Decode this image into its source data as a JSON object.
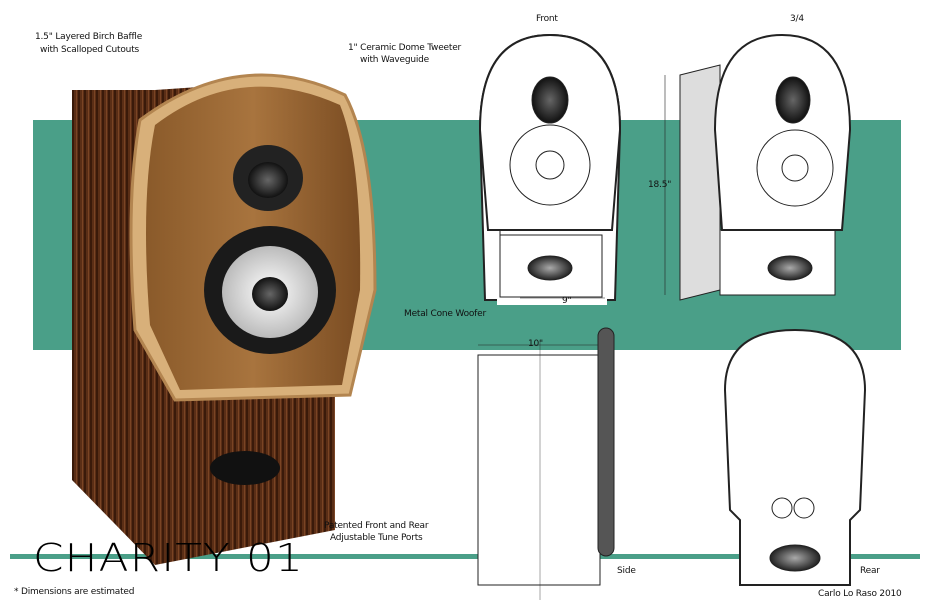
{
  "title": "CHARITY 01",
  "callouts": {
    "baffle": [
      "1.5\" Layered Birch Baffle",
      "with Scalloped Cutouts"
    ],
    "tweeter": [
      "1\" Ceramic Dome Tweeter",
      "with Waveguide"
    ],
    "woofer": "Metal Cone Woofer",
    "ports": [
      "Patented Front and Rear",
      "Adjustable Tune Ports"
    ]
  },
  "views": {
    "front": "Front",
    "three_quarter": "3/4",
    "side": "Side",
    "rear": "Rear"
  },
  "dimensions": {
    "height": "18.5\"",
    "width": "9\"",
    "depth": "10\""
  },
  "footnote": "* Dimensions are estimated",
  "credit": "Carlo Lo Raso 2010",
  "colors": {
    "accent": "#4a9f88",
    "wood_dark": "#5a2e16",
    "wood_light": "#a8723a"
  }
}
